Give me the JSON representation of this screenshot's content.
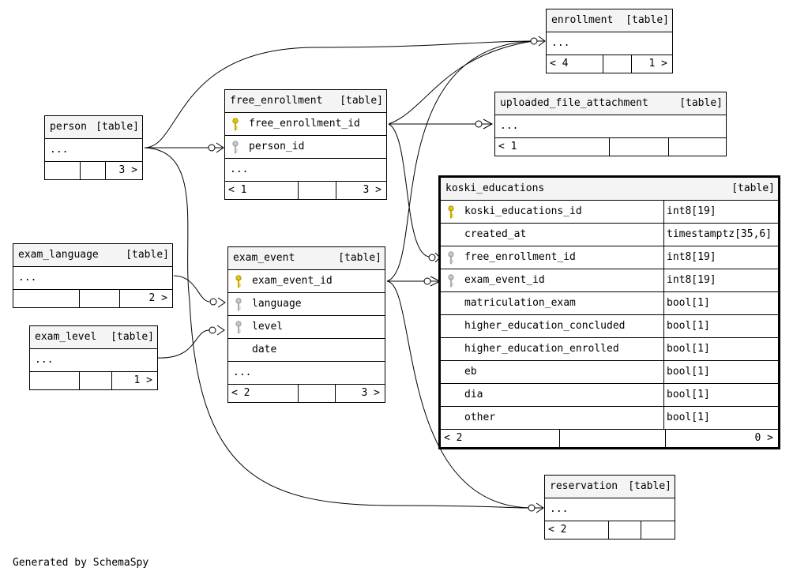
{
  "tables": {
    "enrollment": {
      "name": "enrollment",
      "kind": "[table]",
      "more": "...",
      "parents": "< 4",
      "children": "1 >"
    },
    "free_enrollment": {
      "name": "free_enrollment",
      "kind": "[table]",
      "cols": [
        "free_enrollment_id",
        "person_id"
      ],
      "more": "...",
      "parents": "< 1",
      "children": "3 >"
    },
    "uploaded_file_attachment": {
      "name": "uploaded_file_attachment",
      "kind": "[table]",
      "more": "...",
      "parents": "< 1"
    },
    "person": {
      "name": "person",
      "kind": "[table]",
      "more": "...",
      "children": "3 >"
    },
    "exam_language": {
      "name": "exam_language",
      "kind": "[table]",
      "more": "...",
      "children": "2 >"
    },
    "exam_level": {
      "name": "exam_level",
      "kind": "[table]",
      "more": "...",
      "children": "1 >"
    },
    "exam_event": {
      "name": "exam_event",
      "kind": "[table]",
      "cols": [
        "exam_event_id",
        "language",
        "level",
        "date"
      ],
      "more": "...",
      "parents": "< 2",
      "children": "3 >"
    },
    "reservation": {
      "name": "reservation",
      "kind": "[table]",
      "more": "...",
      "parents": "< 2"
    },
    "koski_educations": {
      "name": "koski_educations",
      "kind": "[table]",
      "columns": [
        {
          "name": "koski_educations_id",
          "type": "int8[19]",
          "key": "primary"
        },
        {
          "name": "created_at",
          "type": "timestamptz[35,6]",
          "key": "none"
        },
        {
          "name": "free_enrollment_id",
          "type": "int8[19]",
          "key": "foreign"
        },
        {
          "name": "exam_event_id",
          "type": "int8[19]",
          "key": "foreign"
        },
        {
          "name": "matriculation_exam",
          "type": "bool[1]",
          "key": "none"
        },
        {
          "name": "higher_education_concluded",
          "type": "bool[1]",
          "key": "none"
        },
        {
          "name": "higher_education_enrolled",
          "type": "bool[1]",
          "key": "none"
        },
        {
          "name": "eb",
          "type": "bool[1]",
          "key": "none"
        },
        {
          "name": "dia",
          "type": "bool[1]",
          "key": "none"
        },
        {
          "name": "other",
          "type": "bool[1]",
          "key": "none"
        }
      ],
      "parents": "< 2",
      "children": "0 >"
    }
  },
  "footer": "Generated by SchemaSpy",
  "colors": {
    "primary_key": "#e8c600",
    "foreign_key": "#a8a8a8",
    "header_bg": "#f4f4f4"
  }
}
